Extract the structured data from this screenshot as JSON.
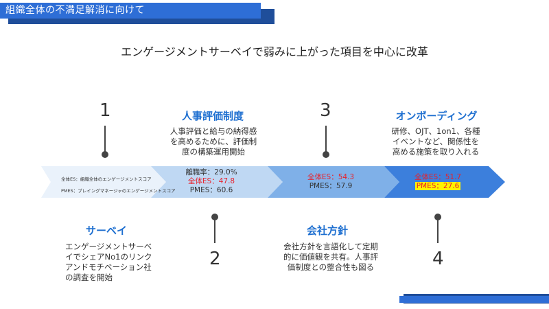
{
  "header": {
    "title": "組織全体の不満足解消に向けて"
  },
  "headline": "エンゲージメントサーベイで弱みに上がった項目を中心に改革",
  "steps": [
    {
      "num": "1",
      "title": "サーベイ",
      "desc": [
        "エンゲージメントサーベ",
        "イでシェアNo1のリンク",
        "アンドモチベーション社",
        "の調査を開始"
      ]
    },
    {
      "num": "2",
      "title": "人事評価制度",
      "desc": [
        "人事評価と給与の納得感",
        "を高めるために、評価制",
        "度の構築運用開始"
      ]
    },
    {
      "num": "3",
      "title": "会社方針",
      "desc": [
        "会社方針を言語化して定期",
        "的に価値観を共有。人事評",
        "価制度との整合性も図る"
      ]
    },
    {
      "num": "4",
      "title": "オンボーディング",
      "desc": [
        "研修、OJT、1on1、各種",
        "イベントなど、関係性を",
        "高める施策を取り入れる"
      ]
    }
  ],
  "band": {
    "legend": [
      "全体ES：組織全体のエンゲージメントスコア",
      "PMES：プレイングマネージャのエンゲージメントスコア"
    ],
    "seg2": {
      "line1": "離職率：29.0%",
      "line2": "全体ES：47.8",
      "line3": "PMES：60.6"
    },
    "seg3": {
      "line1": "全体ES：54.3",
      "line2": "PMES：57.9"
    },
    "seg4": {
      "line1": "全体ES：51.7",
      "line2": "PMES：27.6"
    }
  },
  "colors": {
    "accent": "#2e6ed6",
    "dark_accent": "#1f4e9a",
    "title_blue": "#1e6fd0",
    "red": "#e8202a",
    "highlight": "#fff200"
  }
}
